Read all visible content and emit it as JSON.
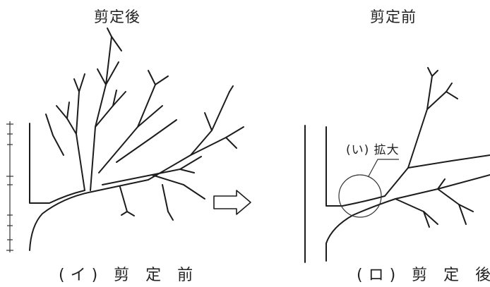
{
  "figure": {
    "left_top_label": "剪定後",
    "right_top_label": "剪定前",
    "enlarge_label": "(い) 拡大",
    "left_caption": "(イ) 剪 定 前",
    "right_caption": "(ロ) 剪 定 後"
  }
}
